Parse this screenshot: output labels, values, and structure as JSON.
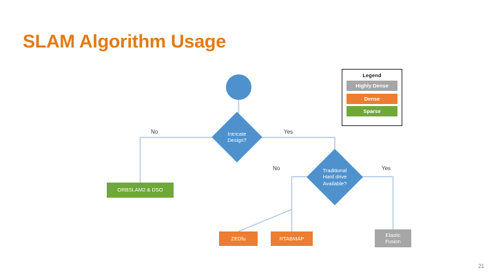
{
  "slide": {
    "title": "SLAM Algorithm Usage",
    "title_color": "#E07B16",
    "page_number": "21",
    "background": "#FFFFFF"
  },
  "flowchart": {
    "start_node": {
      "shape": "circle",
      "label": "",
      "color": "#4E91CD"
    },
    "decisions": [
      {
        "id": "intricate-design",
        "label": "Intricate\nDesign?",
        "line1": "Intricate",
        "line2": "Design?",
        "color": "#4E91CD",
        "no_label": "No",
        "yes_label": "Yes"
      },
      {
        "id": "traditional-hard-drive",
        "label": "Traditional Hard drive Available?",
        "line1": "Traditional",
        "line2": "Hard drive",
        "line3": "Available?",
        "color": "#4E91CD",
        "no_label": "No",
        "yes_label": "Yes"
      }
    ],
    "outcomes": [
      {
        "id": "orbslam",
        "label": "ORBSLAM2 & DSO",
        "color": "#6FA838",
        "density": "Sparse"
      },
      {
        "id": "zedfu",
        "label": "ZEDfu",
        "color": "#ED7D31",
        "density": "Dense"
      },
      {
        "id": "rtabmap",
        "label": "RTABMAP",
        "color": "#ED7D31",
        "density": "Dense"
      },
      {
        "id": "elastic-fusion",
        "line1": "Elastic",
        "line2": "Fusion",
        "label": "Elastic Fusion",
        "color": "#A6A6A6",
        "density": "Highly Dense"
      }
    ],
    "connector_color": "#A9C6E0"
  },
  "legend": {
    "title": "Legend",
    "items": [
      {
        "label": "Highly Dense",
        "color": "#A6A6A6"
      },
      {
        "label": "Dense",
        "color": "#ED7D31"
      },
      {
        "label": "Sparse",
        "color": "#6FA838"
      }
    ]
  }
}
